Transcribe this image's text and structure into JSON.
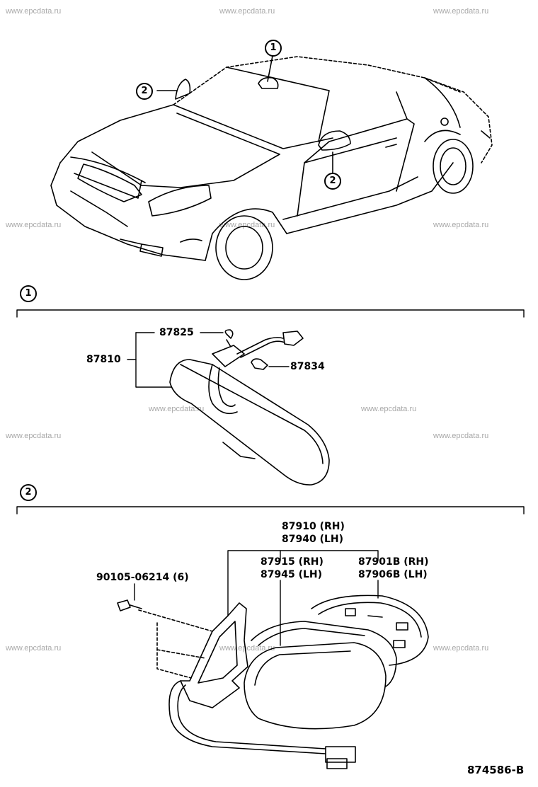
{
  "watermark": "www.epcdata.ru",
  "diagram_code": "874586-B",
  "overview": {
    "callouts": [
      "1",
      "2",
      "2"
    ]
  },
  "section1": {
    "callout": "1",
    "title": "Inner rear view mirror",
    "parts": [
      {
        "number": "87810"
      },
      {
        "number": "87825"
      },
      {
        "number": "87834"
      }
    ]
  },
  "section2": {
    "callout": "2",
    "title": "Outer rear view mirror",
    "parts": {
      "assembly_rh": "87910 (RH)",
      "assembly_lh": "87940 (LH)",
      "mirror_rh": "87915 (RH)",
      "mirror_lh": "87945 (LH)",
      "cover_rh": "87901B (RH)",
      "cover_lh": "87906B (LH)",
      "screw": "90105-06214 (6)"
    }
  }
}
